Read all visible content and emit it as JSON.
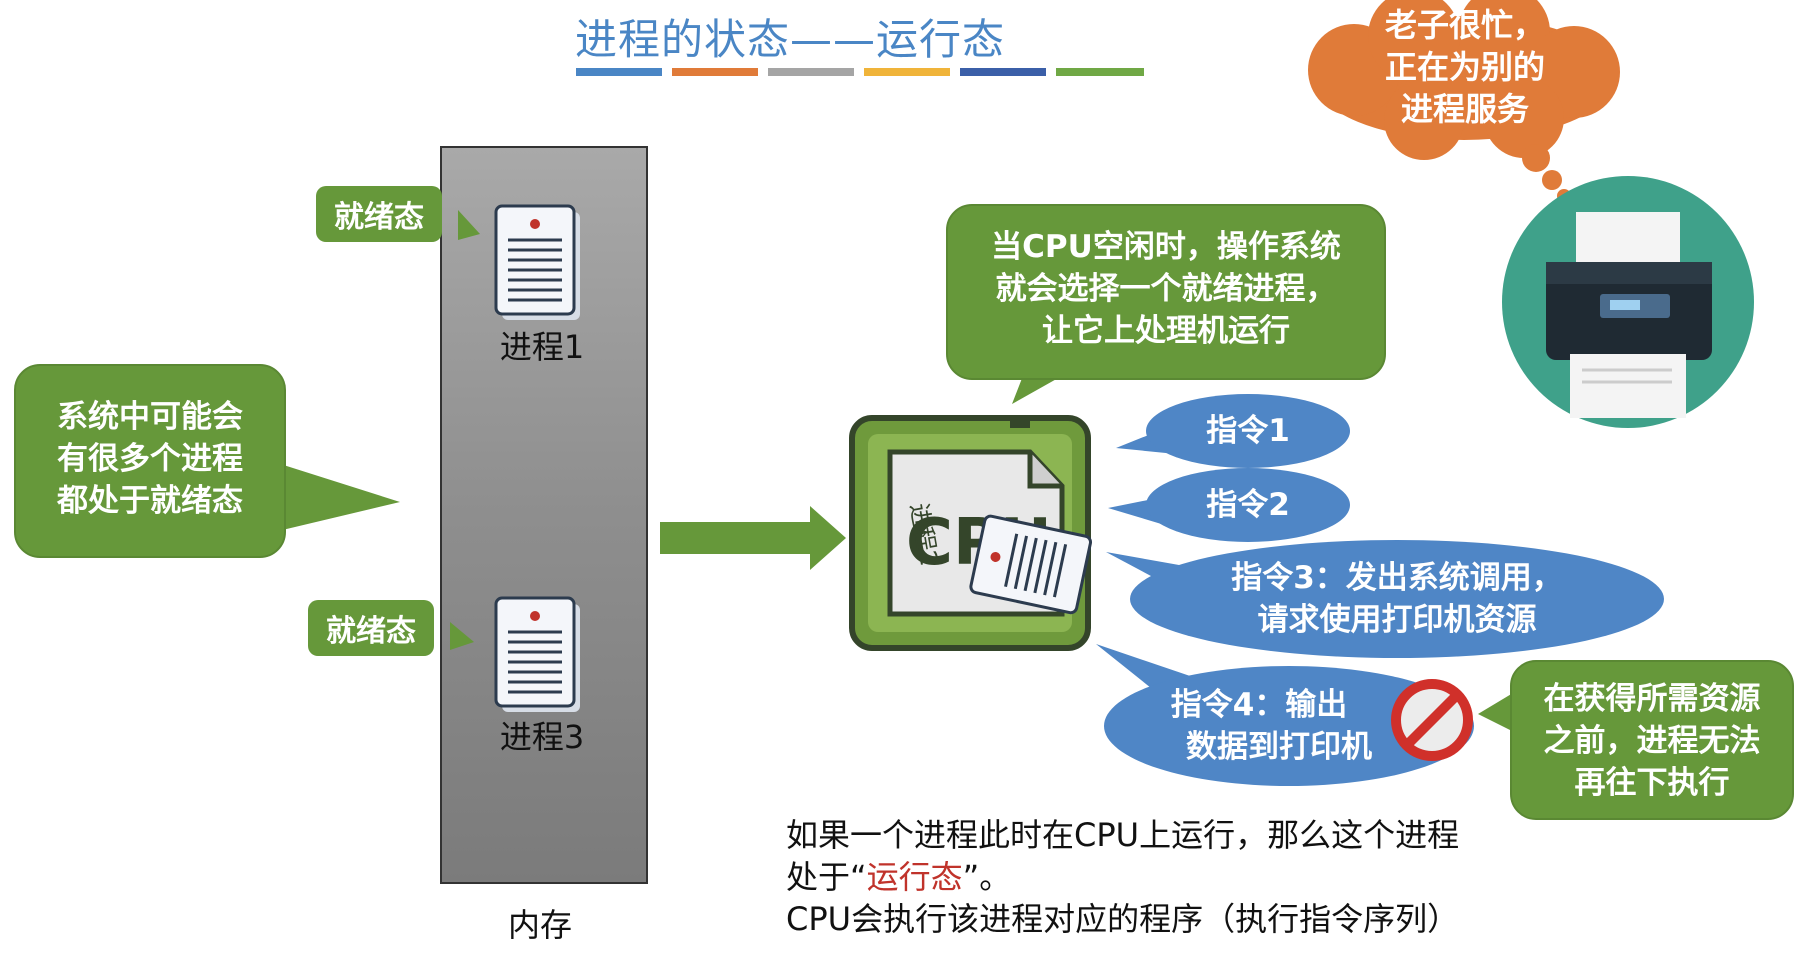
{
  "slide": {
    "title": "进程的状态——运行态",
    "title_bar_colors": [
      "#4a86c5",
      "#e07b39",
      "#a5a5a5",
      "#f0b43a",
      "#3b5fa8",
      "#70a845"
    ]
  },
  "memory": {
    "label": "内存",
    "processes": [
      {
        "tag": "就绪态",
        "name": "进程1"
      },
      {
        "tag": "就绪态",
        "name": "进程3"
      }
    ]
  },
  "left_bubble": {
    "lines": [
      "系统中可能会",
      "有很多个进程",
      "都处于就绪态"
    ]
  },
  "top_bubble": {
    "lines": [
      "当CPU空闲时，操作系统",
      "就会选择一个就绪进程，",
      "让它上处理机运行"
    ]
  },
  "cpu": {
    "label": "CPU",
    "process_on_cpu": "进程2"
  },
  "instructions": [
    {
      "lines": [
        "指令1"
      ]
    },
    {
      "lines": [
        "指令2"
      ]
    },
    {
      "lines": [
        "指令3：发出系统调用，",
        "请求使用打印机资源"
      ]
    },
    {
      "lines": [
        "指令4：输出",
        "数据到打印机"
      ]
    }
  ],
  "right_bubble": {
    "lines": [
      "在获得所需资源",
      "之前，进程无法",
      "再往下执行"
    ]
  },
  "cloud": {
    "lines": [
      "老子很忙，",
      "正在为别的",
      "进程服务"
    ]
  },
  "bottom_note": {
    "line1": "如果一个进程此时在CPU上运行，那么这个进程",
    "line2_prefix": "处于“",
    "line2_highlight": "运行态",
    "line2_suffix": "”。",
    "line3": "CPU会执行该进程对应的程序（执行指令序列）"
  },
  "colors": {
    "green": "#66983a",
    "blue": "#4f86c6",
    "orange": "#e07b39",
    "teal": "#3fa18a",
    "red": "#c0332b"
  }
}
